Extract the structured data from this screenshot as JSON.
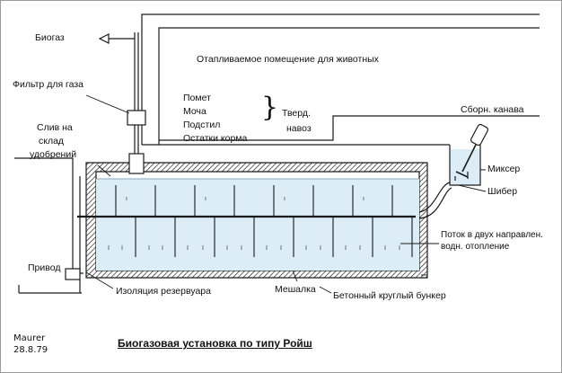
{
  "title": "Биогазовая установка по типу Ройш",
  "signature": {
    "author": "Maurer",
    "date": "28.8.79"
  },
  "labels": {
    "biogas": "Биогаз",
    "gas_filter": "Фильтр для газа",
    "heated_room": "Отапливаемое помещение для животных",
    "manure": "Помет",
    "urine": "Моча",
    "bedding": "Подстил",
    "feed_residue": "Остатки корма",
    "solid": "Тверд.",
    "dung": "навоз",
    "collection_ditch": "Сборн. канава",
    "drain_line1": "Слив на",
    "drain_line2": "склад",
    "drain_line3": "удобрений",
    "mixer": "Миксер",
    "gate": "Шибер",
    "flow_line1": "Поток в двух направлен.",
    "flow_line2": "водн. отопление",
    "drive": "Привод",
    "insulation": "Изоляция резервуара",
    "agitator": "Мешалка",
    "bunker": "Бетонный круглый бункер"
  },
  "colors": {
    "liquid": "#dcedf7",
    "ink": "#1a1a1a"
  },
  "icons": [
    "gas-filter-icon",
    "motor-icon",
    "mixer-icon",
    "arrow-up-left-icon"
  ]
}
